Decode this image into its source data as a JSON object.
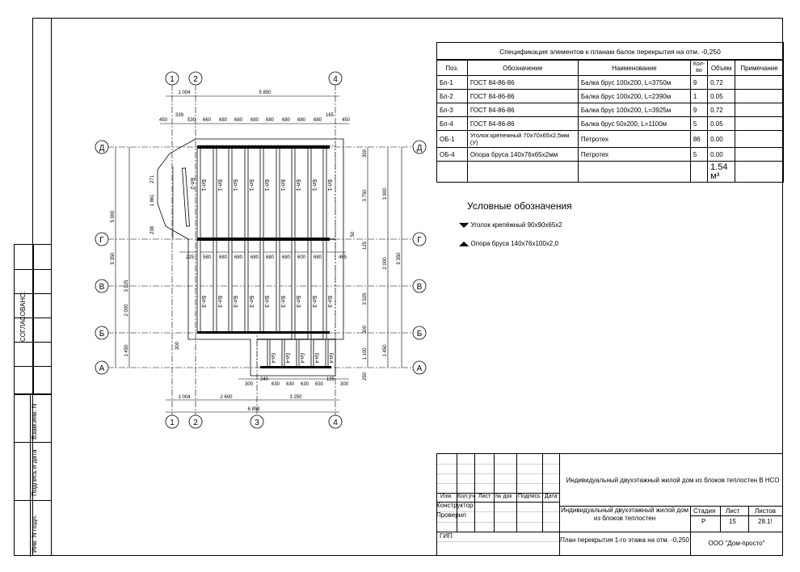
{
  "spec": {
    "title": "Спецификация элементов  к планам балок перекрытия на отм. -0,250",
    "headers": [
      "Поз.",
      "Обозначение",
      "Наименование",
      "Кол-во",
      "Объем",
      "Примечание"
    ],
    "rows": [
      [
        "Бп-1",
        "ГОСТ 84-86-86",
        "Балка брус 100х200, L=3750м",
        "9",
        "0.72",
        ""
      ],
      [
        "Бп-2",
        "ГОСТ 84-86-86",
        "Балка брус 100х200, L=2390м",
        "1",
        "0.05",
        ""
      ],
      [
        "Бп-3",
        "ГОСТ 84-86-86",
        "Балка брус 100х200, L=3925м",
        "9",
        "0.72",
        ""
      ],
      [
        "Бп-4",
        "ГОСТ 84-86-86",
        "Балка брус 50х200, L=1100м",
        "5",
        "0.05",
        ""
      ],
      [
        "ОБ-1",
        "Уголок крепежный 70х70х65х2,5мм (У)",
        "Петротех",
        "86",
        "0.00",
        ""
      ],
      [
        "ОБ-4",
        "Опора бруса 140х76х65х2мм",
        "Петротех",
        "5",
        "0.00",
        ""
      ]
    ],
    "total": "1.54",
    "total_unit": "м³"
  },
  "legend": {
    "title": "Условные обозначения",
    "items": [
      "Уголок крепёжный 90х90х65х2",
      "Опора бруса 140х76х100х2,0"
    ]
  },
  "side": {
    "agreed": "СОГЛАСОВАНО:",
    "inv_replace": "Взам.инв. N",
    "sign_date": "Подпись и дата",
    "inv_orig": "Инв. N подл."
  },
  "stamp": {
    "cols": [
      "Изм.",
      "Кол.уч",
      "Лист",
      "№ док",
      "Подпись",
      "Дата"
    ],
    "constructor": "Конструктор",
    "checked": "Проверил",
    "gip": "ГИП",
    "project": "Индивидуальный двухэтажный жилой дом из блоков теплостен В НСО",
    "object": "Индивидуальный двухэтажный жилой дом из блоков теплостен",
    "sheet_title": "План перекрытия 1-го этажа на отм. -0,250",
    "stage_label": "Стадия",
    "sheet_label": "Лист",
    "sheets_label": "Листов",
    "stage": "Р",
    "sheet": "15",
    "sheets": "28.1!",
    "company": "ООО \"Дом-просто\""
  },
  "plan": {
    "axes_top": [
      "1",
      "2",
      "4"
    ],
    "axes_bottom": [
      "1",
      "2",
      "3",
      "4"
    ],
    "axes_rows": [
      "Д",
      "Г",
      "В",
      "Б",
      "А"
    ],
    "dims_top_overall": [
      "1 004",
      "5 850"
    ],
    "dims_top_joists": [
      "450",
      "339",
      "530",
      "660",
      "680",
      "680",
      "680",
      "680",
      "680",
      "680",
      "680",
      "165",
      "450"
    ],
    "dims_mid_joists": [
      "225",
      "580",
      "680",
      "680",
      "680",
      "680",
      "680",
      "600",
      "680",
      "465"
    ],
    "dims_bottom_joists": [
      "300",
      "240",
      "630",
      "630",
      "630",
      "630",
      "195",
      "300"
    ],
    "dims_bottom_overall": [
      "1 004",
      "2 600",
      "3 250"
    ],
    "dims_bottom_total": "6 858",
    "dims_left": [
      "5 900",
      "9 350",
      "3 925",
      "2 000",
      "1 450"
    ],
    "dims_left_inner": [
      "271",
      "1 861",
      "238",
      "300"
    ],
    "dims_right_inner": [
      "300",
      "3 750",
      "125",
      "50",
      "3 925",
      "300",
      "1 100",
      "250"
    ],
    "dims_right": [
      "3 900",
      "9 350",
      "2 000",
      "1 450"
    ],
    "joist_top": "Бп-1",
    "joist_diag": "Бп-2",
    "joist_mid": "Бп-3",
    "joist_small": "Бп-4"
  }
}
